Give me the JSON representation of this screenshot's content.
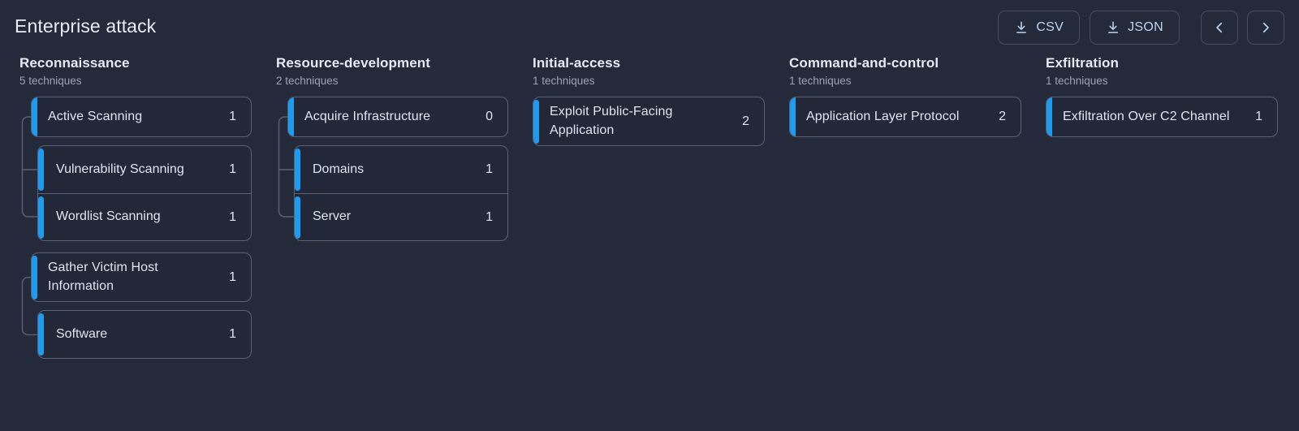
{
  "header": {
    "title": "Enterprise attack",
    "buttons": [
      {
        "name": "csv",
        "label": "CSV",
        "icon": "download-icon"
      },
      {
        "name": "json",
        "label": "JSON",
        "icon": "download-icon"
      }
    ],
    "nav": [
      {
        "name": "prev",
        "icon": "chevron-left-icon",
        "glyph": "‹"
      },
      {
        "name": "next",
        "icon": "chevron-right-icon",
        "glyph": "›"
      }
    ]
  },
  "theme": {
    "background": "#252a3a",
    "card_background": "#232838",
    "card_border": "#5b6176",
    "accent": "#1d9bf0",
    "text": "#dfe5ef",
    "muted_text": "#9aa3b5",
    "button_text": "#b8d4f5"
  },
  "columns": [
    {
      "title": "Reconnaissance",
      "subtitle": "5 techniques",
      "techniques": [
        {
          "name": "Active Scanning",
          "count": "1",
          "subtechniques": [
            {
              "name": "Vulnerability Scanning",
              "count": "1"
            },
            {
              "name": "Wordlist Scanning",
              "count": "1"
            }
          ]
        },
        {
          "name": "Gather Victim Host Information",
          "count": "1",
          "subtechniques": [
            {
              "name": "Software",
              "count": "1"
            }
          ]
        }
      ]
    },
    {
      "title": "Resource-development",
      "subtitle": "2 techniques",
      "techniques": [
        {
          "name": "Acquire Infrastructure",
          "count": "0",
          "subtechniques": [
            {
              "name": "Domains",
              "count": "1"
            },
            {
              "name": "Server",
              "count": "1"
            }
          ]
        }
      ]
    },
    {
      "title": "Initial-access",
      "subtitle": "1 techniques",
      "techniques": [
        {
          "name": "Exploit Public-Facing Application",
          "count": "2",
          "subtechniques": []
        }
      ]
    },
    {
      "title": "Command-and-control",
      "subtitle": "1 techniques",
      "techniques": [
        {
          "name": "Application Layer Protocol",
          "count": "2",
          "subtechniques": []
        }
      ]
    },
    {
      "title": "Exfiltration",
      "subtitle": "1 techniques",
      "techniques": [
        {
          "name": "Exfiltration Over C2 Channel",
          "count": "1",
          "subtechniques": []
        }
      ]
    }
  ]
}
